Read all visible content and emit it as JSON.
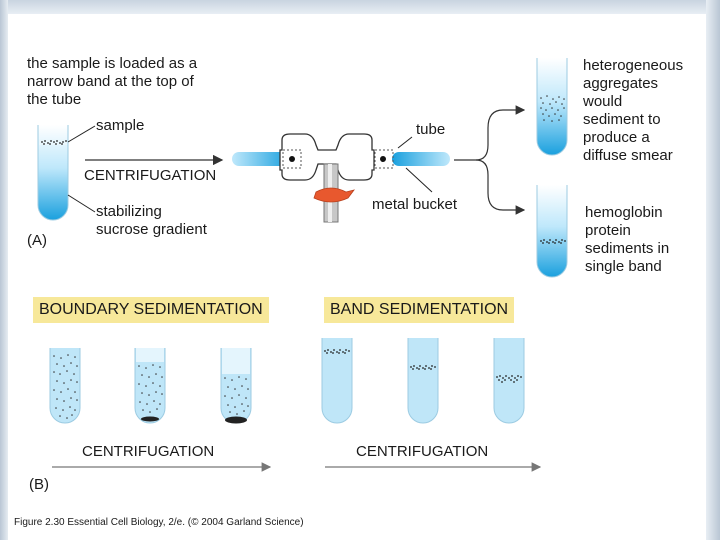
{
  "panel_a": {
    "intro": "the sample is loaded as a\nnarrow band at the top of\nthe tube",
    "sample_label": "sample",
    "centrifugation_label": "CENTRIFUGATION",
    "gradient_label": "stabilizing\nsucrose gradient",
    "panel_letter": "(A)",
    "tube_label": "tube",
    "bucket_label": "metal bucket",
    "aggregates_label": "heterogeneous\naggregates\nwould\nsediment to\nproduce a\ndiffuse smear",
    "hemoglobin_label": "hemoglobin\nprotein\nsediments in\nsingle band"
  },
  "panel_b": {
    "boundary_title": "BOUNDARY SEDIMENTATION",
    "band_title": "BAND SEDIMENTATION",
    "centrifugation_left": "CENTRIFUGATION",
    "centrifugation_right": "CENTRIFUGATION",
    "panel_letter": "(B)"
  },
  "caption": "Figure 2.30 Essential Cell Biology, 2/e. (© 2004 Garland Science)",
  "colors": {
    "tube_blue": "#2aa6e0",
    "tube_light": "#cdeefc",
    "highlight": "#f7e89a",
    "rotor_red": "#e8582e"
  }
}
